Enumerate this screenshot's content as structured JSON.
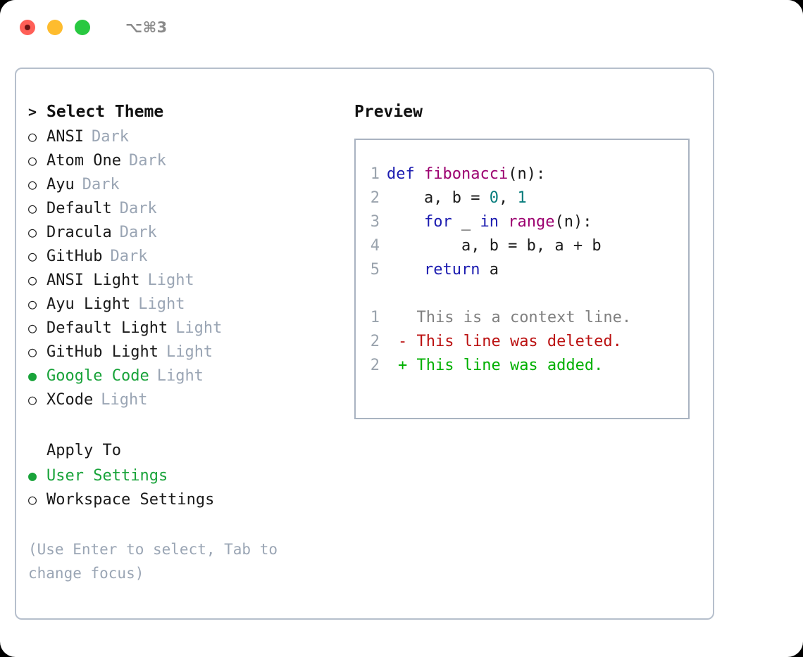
{
  "window": {
    "shortcut": "⌥⌘3",
    "traffic_lights": [
      {
        "name": "close",
        "color": "#ff5f57"
      },
      {
        "name": "minimize",
        "color": "#febc2e"
      },
      {
        "name": "maximize",
        "color": "#28c840"
      }
    ]
  },
  "theme_panel": {
    "prompt": ">",
    "heading": "Select Theme",
    "bullet_selected": "●",
    "bullet_unselected": "○",
    "items": [
      {
        "label": "ANSI",
        "variant": "Dark",
        "selected": false
      },
      {
        "label": "Atom One",
        "variant": "Dark",
        "selected": false
      },
      {
        "label": "Ayu",
        "variant": "Dark",
        "selected": false
      },
      {
        "label": "Default",
        "variant": "Dark",
        "selected": false
      },
      {
        "label": "Dracula",
        "variant": "Dark",
        "selected": false
      },
      {
        "label": "GitHub",
        "variant": "Dark",
        "selected": false
      },
      {
        "label": "ANSI Light",
        "variant": "Light",
        "selected": false
      },
      {
        "label": "Ayu Light",
        "variant": "Light",
        "selected": false
      },
      {
        "label": "Default Light",
        "variant": "Light",
        "selected": false
      },
      {
        "label": "GitHub Light",
        "variant": "Light",
        "selected": false
      },
      {
        "label": "Google Code",
        "variant": "Light",
        "selected": true
      },
      {
        "label": "XCode",
        "variant": "Light",
        "selected": false
      }
    ]
  },
  "apply_to": {
    "heading": "Apply To",
    "items": [
      {
        "label": "User Settings",
        "selected": true
      },
      {
        "label": "Workspace Settings",
        "selected": false
      }
    ]
  },
  "hint": "(Use Enter to select, Tab to change focus)",
  "preview": {
    "title": "Preview",
    "code_lines": [
      {
        "num": "1",
        "tokens": [
          {
            "t": "def ",
            "k": "kw"
          },
          {
            "t": "fibonacci",
            "k": "fn"
          },
          {
            "t": "(n):",
            "k": "plain"
          }
        ]
      },
      {
        "num": "2",
        "tokens": [
          {
            "t": "    a, b = ",
            "k": "plain"
          },
          {
            "t": "0",
            "k": "num"
          },
          {
            "t": ", ",
            "k": "plain"
          },
          {
            "t": "1",
            "k": "num"
          }
        ]
      },
      {
        "num": "3",
        "tokens": [
          {
            "t": "    ",
            "k": "plain"
          },
          {
            "t": "for",
            "k": "kw"
          },
          {
            "t": " _ ",
            "k": "plain"
          },
          {
            "t": "in",
            "k": "kw"
          },
          {
            "t": " ",
            "k": "plain"
          },
          {
            "t": "range",
            "k": "fn"
          },
          {
            "t": "(n):",
            "k": "plain"
          }
        ]
      },
      {
        "num": "4",
        "tokens": [
          {
            "t": "        a, b = b, a + b",
            "k": "plain"
          }
        ]
      },
      {
        "num": "5",
        "tokens": [
          {
            "t": "    ",
            "k": "plain"
          },
          {
            "t": "return",
            "k": "kw"
          },
          {
            "t": " a",
            "k": "plain"
          }
        ]
      }
    ],
    "diff_lines": [
      {
        "num": "1",
        "marker": " ",
        "text": " This is a context line.",
        "kind": "ctx"
      },
      {
        "num": "2",
        "marker": "-",
        "text": " This line was deleted.",
        "kind": "del"
      },
      {
        "num": "2",
        "marker": "+",
        "text": " This line was added.",
        "kind": "add"
      }
    ]
  },
  "colors": {
    "accent_green": "#19a33a",
    "muted_blue_gray": "#9aa5b4",
    "border": "#b6bfcc",
    "keyword": "#1c1cb0",
    "function": "#9c0070",
    "number": "#067c7c",
    "diff_add": "#00b000",
    "diff_del": "#bb1111",
    "diff_ctx": "#808080"
  }
}
